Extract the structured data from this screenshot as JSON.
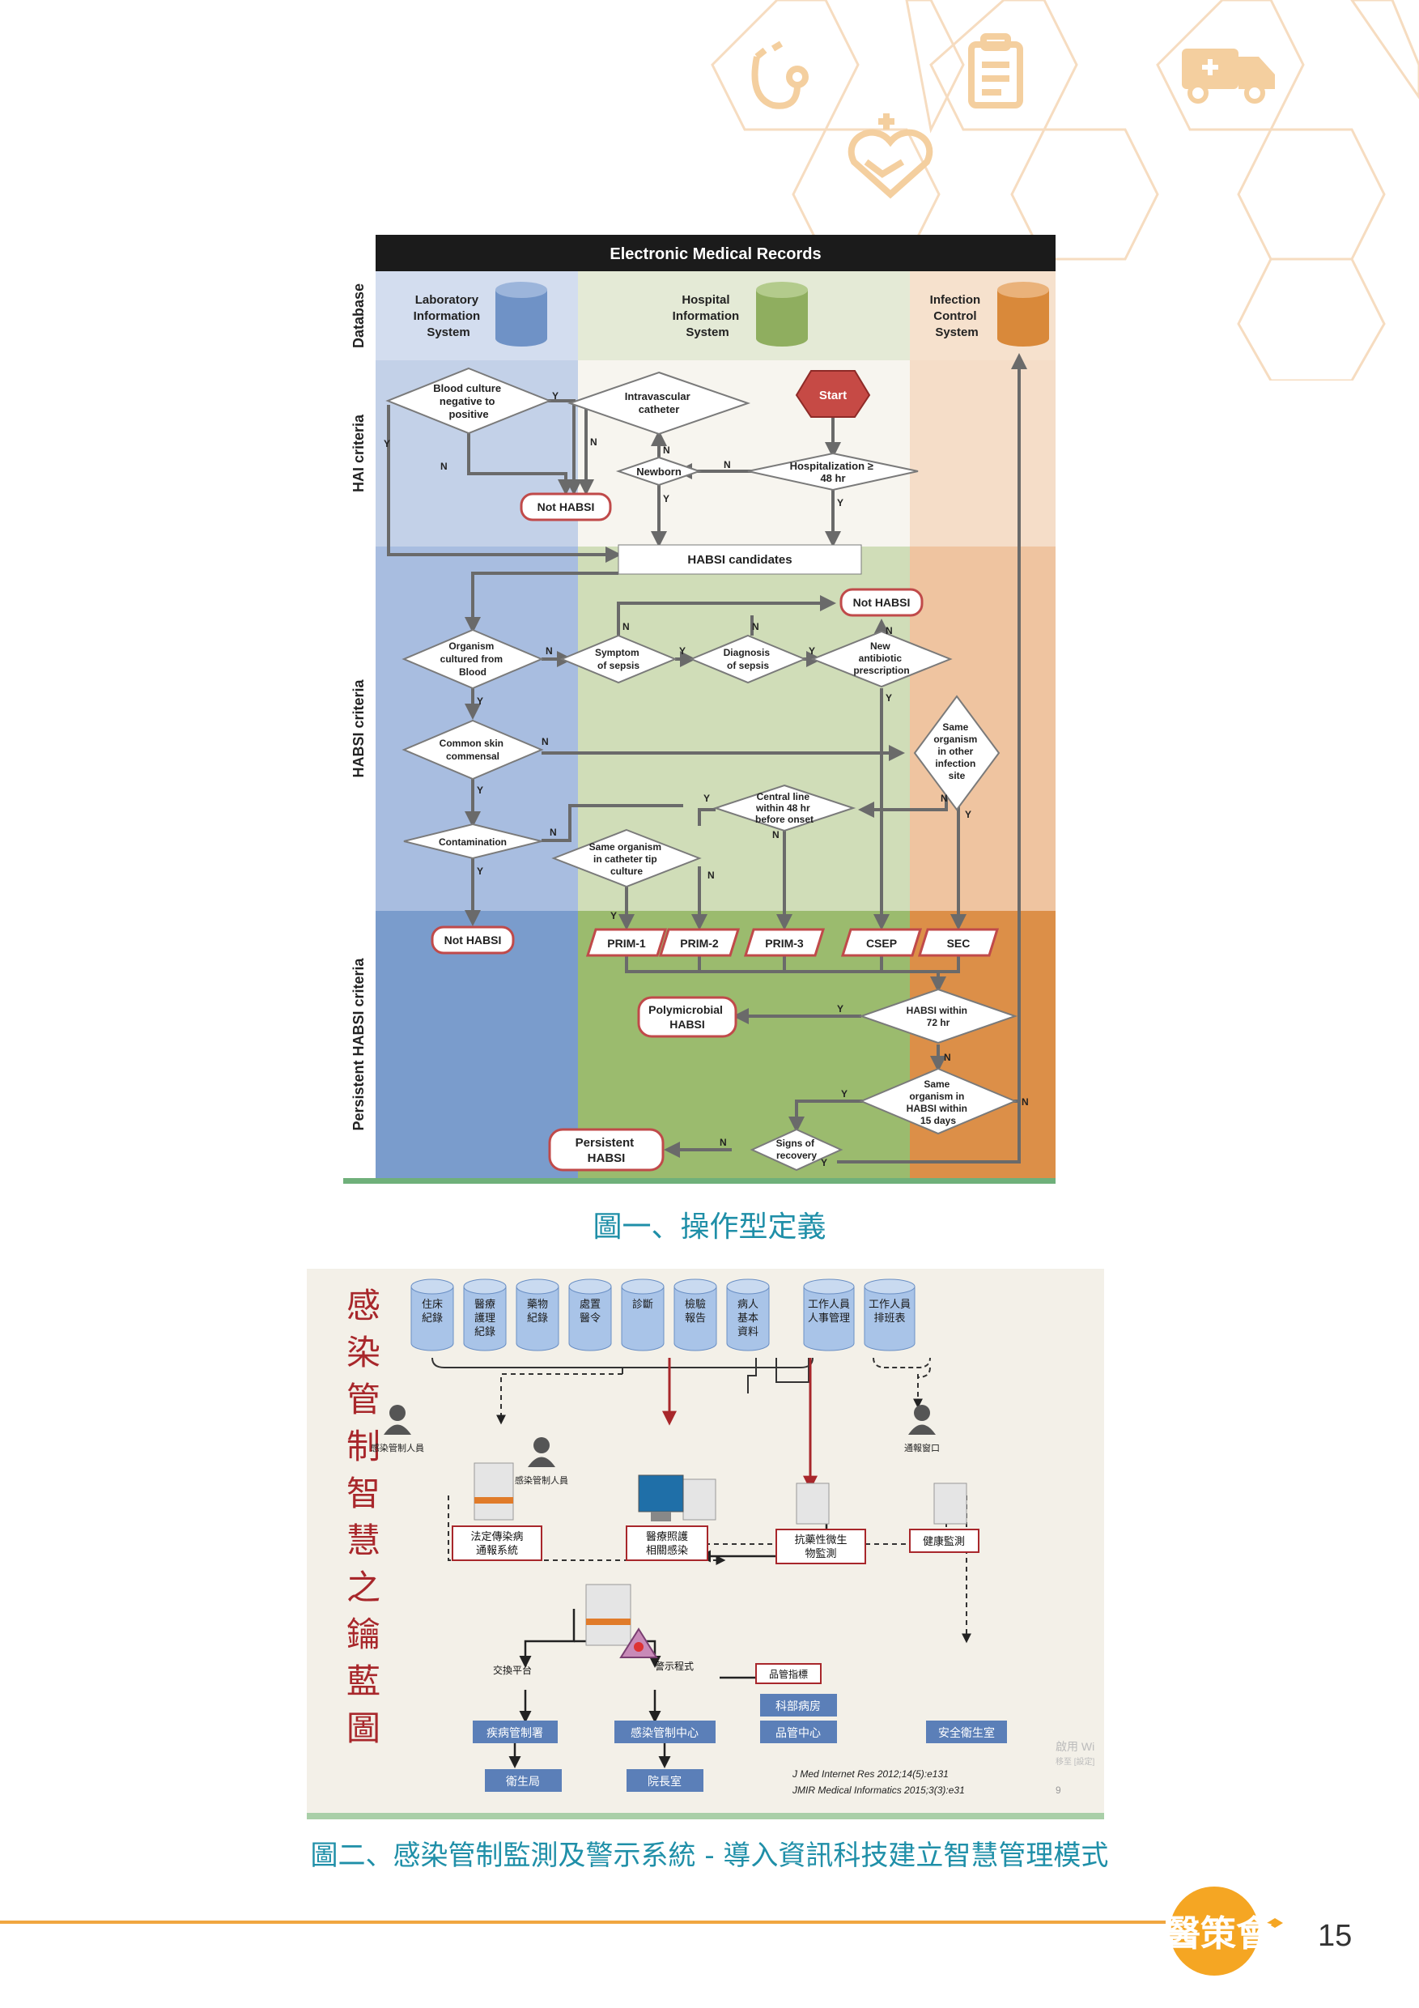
{
  "figure1": {
    "caption": "圖一、操作型定義",
    "header": "Electronic Medical Records",
    "row_labels": [
      "Database",
      "HAI criteria",
      "HABSI criteria",
      "Persistent HABSI criteria"
    ],
    "databases": [
      {
        "name": "Laboratory Information System",
        "lines": [
          "Laboratory",
          "Information",
          "System"
        ],
        "color": "#6f92c6"
      },
      {
        "name": "Hospital Information System",
        "lines": [
          "Hospital",
          "Information",
          "System"
        ],
        "color": "#8fae5f"
      },
      {
        "name": "Infection Control System",
        "lines": [
          "Infection",
          "Control",
          "System"
        ],
        "color": "#d9893a"
      }
    ],
    "nodes": {
      "blood_culture": [
        "Blood culture",
        "negative to",
        "positive"
      ],
      "intravascular": [
        "Intravascular",
        "catheter"
      ],
      "start": "Start",
      "newborn": "Newborn",
      "hospitalization": [
        "Hospitalization ≥",
        "48 hr"
      ],
      "not_habsi_1": "Not HABSI",
      "habsi_candidates": "HABSI candidates",
      "not_habsi_2": "Not HABSI",
      "organism": [
        "Organism",
        "cultured from",
        "Blood"
      ],
      "symptom": [
        "Symptom",
        "of sepsis"
      ],
      "diagnosis": [
        "Diagnosis",
        "of sepsis"
      ],
      "new_antibiotic": [
        "New",
        "antibiotic",
        "prescription"
      ],
      "same_organism_other": [
        "Same",
        "organism",
        "in other",
        "infection",
        "site"
      ],
      "common_skin": [
        "Common skin",
        "commensal"
      ],
      "central_line": [
        "Central line",
        "within 48 hr",
        "before onset"
      ],
      "contamination": "Contamination",
      "same_organism_catheter": [
        "Same organism",
        "in catheter tip",
        "culture"
      ],
      "not_habsi_3": "Not HABSI",
      "prim1": "PRIM-1",
      "prim2": "PRIM-2",
      "prim3": "PRIM-3",
      "csep": "CSEP",
      "sec": "SEC",
      "polymicrobial": [
        "Polymicrobial",
        "HABSI"
      ],
      "habsi_72": [
        "HABSI within",
        "72 hr"
      ],
      "same_organism_15": [
        "Same",
        "organism in",
        "HABSI within",
        "15 days"
      ],
      "persistent": [
        "Persistent",
        "HABSI"
      ],
      "signs_recovery": [
        "Signs of",
        "recovery"
      ]
    },
    "edge_labels": {
      "yes": "Y",
      "no": "N"
    }
  },
  "figure2": {
    "caption": "圖二、感染管制監測及警示系統 - 導入資訊科技建立智慧管理模式",
    "vertical_title": [
      "感",
      "染",
      "管",
      "制",
      "智",
      "慧",
      "之",
      "鑰",
      "藍",
      "圖"
    ],
    "databases": [
      [
        "住床",
        "紀錄"
      ],
      [
        "醫療",
        "護理",
        "紀錄"
      ],
      [
        "藥物",
        "紀錄"
      ],
      [
        "處置",
        "醫令"
      ],
      [
        "診斷"
      ],
      [
        "檢驗",
        "報告"
      ],
      [
        "病人",
        "基本",
        "資料"
      ],
      [
        "工作人員",
        "人事管理"
      ],
      [
        "工作人員",
        "排班表"
      ]
    ],
    "persons": [
      "感染管制人員",
      "感染管制人員",
      "通報窗口"
    ],
    "systems": [
      [
        "法定傳染病",
        "通報系統"
      ],
      [
        "醫療照護",
        "相關感染"
      ],
      [
        "抗藥性微生",
        "物監測"
      ],
      [
        "健康監測"
      ]
    ],
    "warning_label": "警示程式",
    "exchange_label": "交換平台",
    "quality_label": "品管指標",
    "boxes": [
      "科部病房",
      "品管中心",
      "疾病管制署",
      "感染管制中心",
      "安全衛生室",
      "衛生局",
      "院長室"
    ],
    "references": [
      "J Med Internet Res 2012;14(5):e131",
      "JMIR Medical Informatics 2015;3(3):e31"
    ],
    "slide_number": "9",
    "watermark": [
      "啟用 Wi",
      "移至 [設定]"
    ]
  },
  "footer": {
    "page_number": "15",
    "logo_text": "醫策會"
  },
  "colors": {
    "orange": "#f0a640",
    "caption": "#1f8fa8",
    "fig2_red": "#a8272b",
    "fig2_blue": "#5b7fb8"
  }
}
